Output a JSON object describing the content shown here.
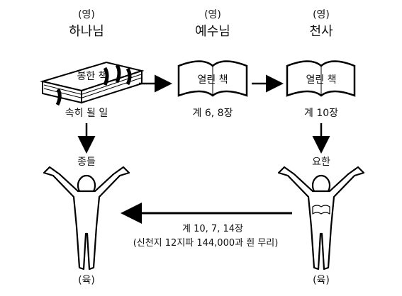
{
  "columns": [
    {
      "spirit": "(영)",
      "name": "하나님",
      "book": "봉한 책",
      "caption": "속히 될 일"
    },
    {
      "spirit": "(영)",
      "name": "예수님",
      "book": "열린 책",
      "caption": "계 6, 8장"
    },
    {
      "spirit": "(영)",
      "name": "천사",
      "book": "열린 책",
      "caption": "계 10장"
    }
  ],
  "left_person": {
    "label": "종들",
    "flesh": "(육)"
  },
  "right_person": {
    "label": "요한",
    "flesh": "(육)"
  },
  "bottom_arrow": {
    "line1": "계 10, 7, 14장",
    "line2": "(신천지 12지파 144,000과 흰 무리)"
  }
}
